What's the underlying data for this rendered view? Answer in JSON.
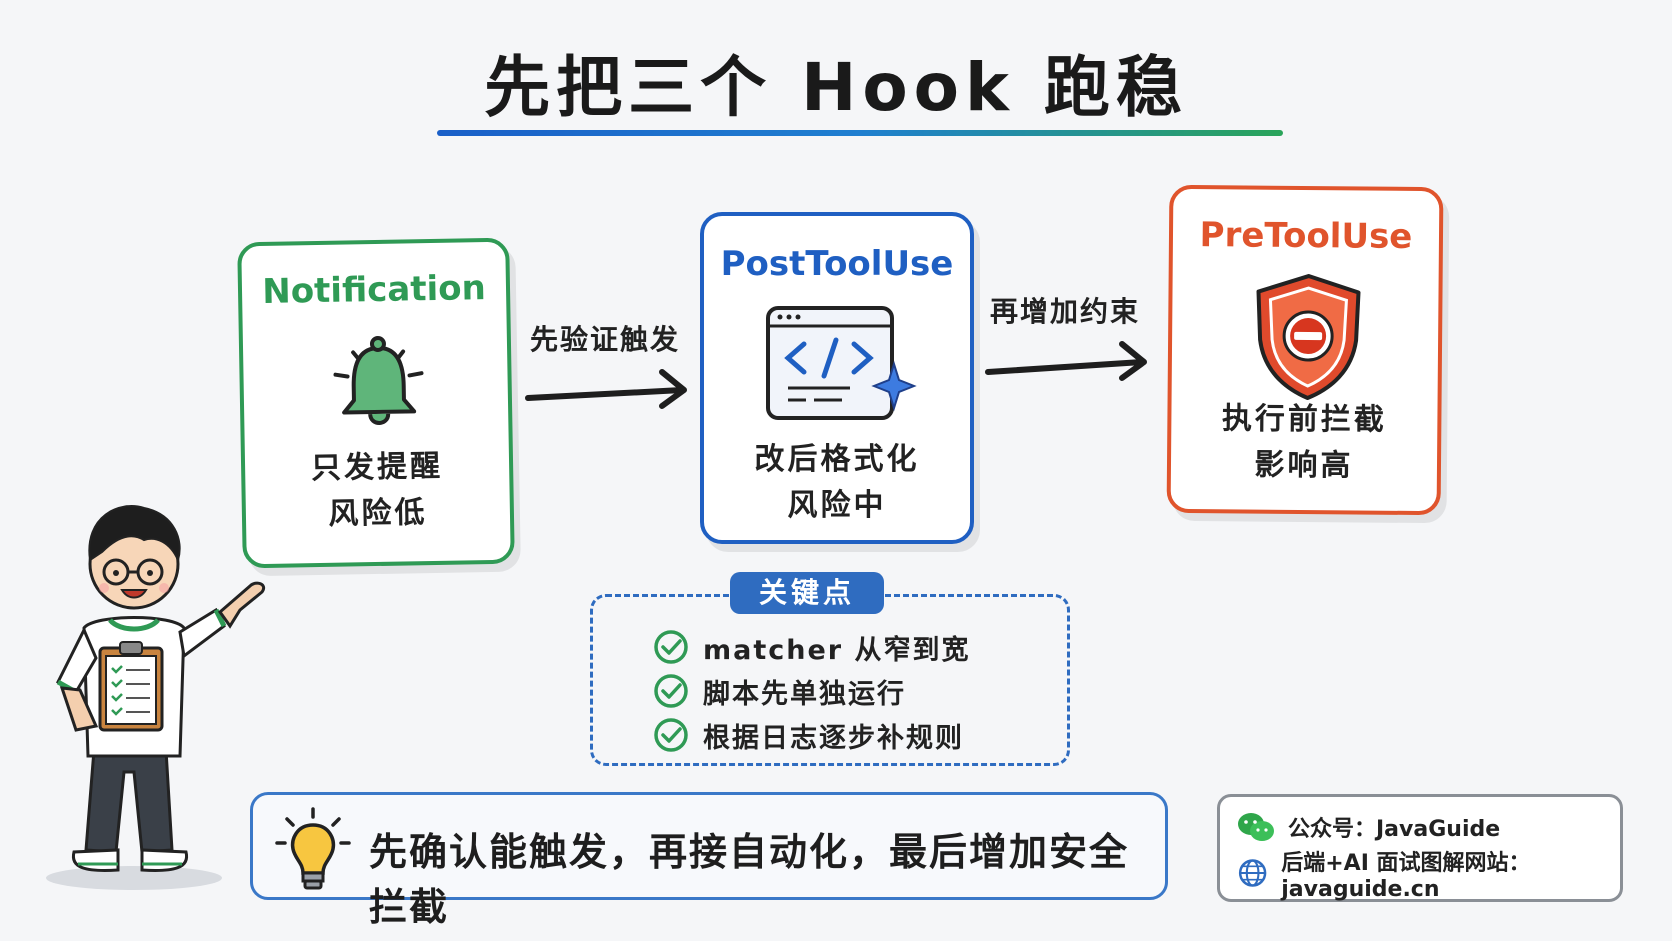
{
  "title": "先把三个 Hook 跑稳",
  "colors": {
    "green": "#2f9a55",
    "blue": "#1f5fc2",
    "red": "#e0542c",
    "accent_blue": "#2f6cc0"
  },
  "cards": [
    {
      "name": "Notification",
      "icon": "bell-icon",
      "line1": "只发提醒",
      "line2": "风险低"
    },
    {
      "name": "PostToolUse",
      "icon": "code-window-icon",
      "line1": "改后格式化",
      "line2": "风险中"
    },
    {
      "name": "PreToolUse",
      "icon": "shield-icon",
      "line1": "执行前拦截",
      "line2": "影响高"
    }
  ],
  "arrows": [
    {
      "label": "先验证触发"
    },
    {
      "label": "再增加约束"
    }
  ],
  "key_points": {
    "badge": "关键点",
    "items": [
      "matcher 从窄到宽",
      "脚本先单独运行",
      "根据日志逐步补规则"
    ]
  },
  "summary": {
    "icon": "lightbulb-icon",
    "text": "先确认能触发，再接自动化，最后增加安全拦截"
  },
  "info": {
    "wechat": "公众号：JavaGuide",
    "site": "后端+AI 面试图解网站：javaguide.cn"
  }
}
